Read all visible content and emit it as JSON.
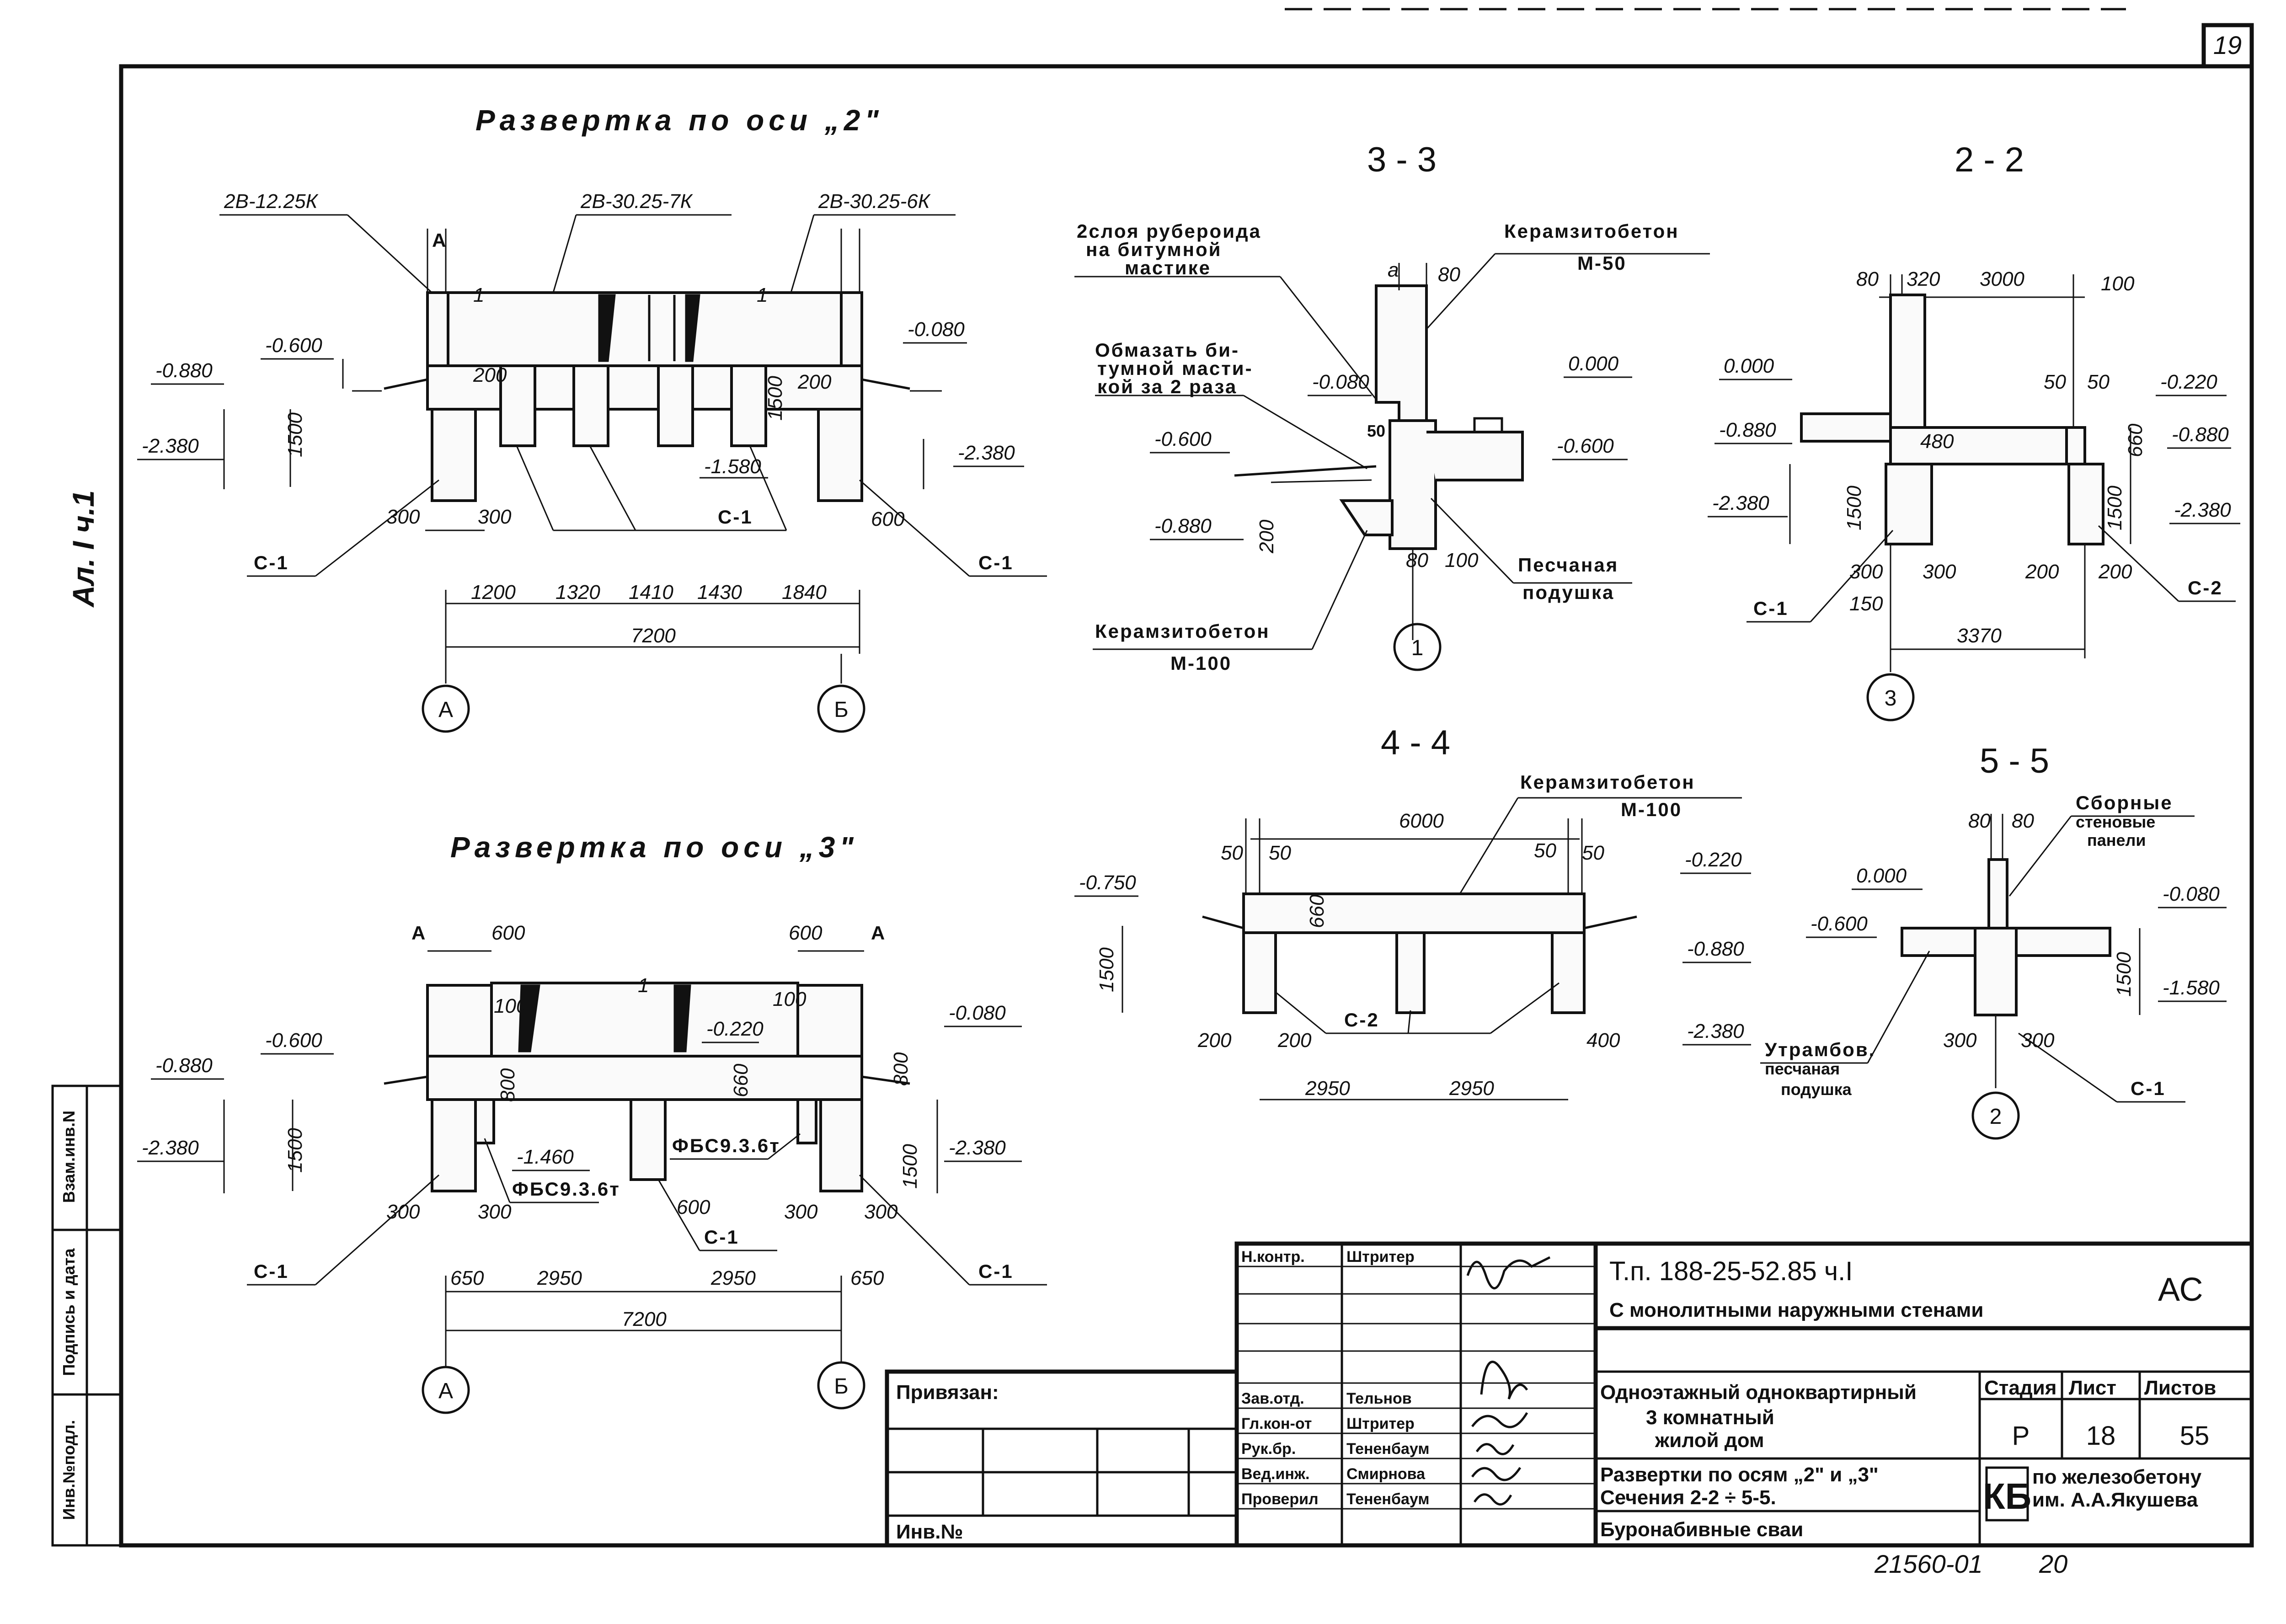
{
  "sheet": {
    "page_number": "19",
    "side_label": "Ал. I ч.1",
    "bottom_code": "21560-01",
    "bottom_number": "20"
  },
  "left_strip": [
    "Инв.№подл.",
    "Подпись и дата",
    "Взам.инв.N"
  ],
  "elev2": {
    "title": "Развертка по оси „2\"",
    "marks": [
      "2В-12.25К",
      "2В-30.25-7К",
      "2В-30.25-6К"
    ],
    "levels": [
      "-0.880",
      "-0.600",
      "-2.380",
      "-0.080",
      "-2.380",
      "-1.580"
    ],
    "dims_small": [
      "200",
      "200",
      "1500",
      "1500"
    ],
    "dims_piles": [
      "300",
      "300",
      "600"
    ],
    "dims_spans": [
      "1200",
      "1320",
      "1410",
      "1430",
      "1840"
    ],
    "dim_total": "7200",
    "pile_label": "С-1",
    "axes": [
      "А",
      "Б"
    ],
    "axis_mark": "А",
    "panel_num": "1"
  },
  "elev3": {
    "title": "Развертка по оси „3\"",
    "levels": [
      "-0.880",
      "-0.600",
      "-2.380",
      "-0.080",
      "-2.380",
      "-1.460",
      "-0.220"
    ],
    "dims_top": [
      "600",
      "600"
    ],
    "dims_small": [
      "100",
      "100",
      "800",
      "660",
      "800",
      "1500",
      "1500"
    ],
    "dims_piles": [
      "300",
      "300",
      "600",
      "300",
      "300"
    ],
    "dims_spans": [
      "650",
      "2950",
      "2950",
      "650"
    ],
    "dim_total": "7200",
    "blocks": [
      "ФБС9.3.6т",
      "ФБС9.3.6т"
    ],
    "pile_label": "С-1",
    "axes": [
      "А",
      "Б"
    ],
    "axis_mark": "А",
    "panel_num": "1"
  },
  "sec33": {
    "title": "3 - 3",
    "note_top": [
      "2слоя рубероида",
      "на битумной",
      "мастике"
    ],
    "note_mid": [
      "Обмазать би-",
      "тумной масти-",
      "кой за 2 раза"
    ],
    "keram_top": [
      "Керамзитобетон",
      "М-50"
    ],
    "keram_bot": [
      "Керамзитобетон",
      "М-100"
    ],
    "sand": [
      "Песчаная",
      "подушка"
    ],
    "levels": [
      "-0.080",
      "0.000",
      "-0.600",
      "-0.600",
      "-0.880"
    ],
    "dims": [
      "а",
      "80",
      "50",
      "200",
      "80",
      "100"
    ],
    "marker": "1"
  },
  "sec22": {
    "title": "2 - 2",
    "dims_top": [
      "80",
      "320",
      "3000",
      "100"
    ],
    "levels": [
      "0.000",
      "-0.880",
      "-2.380",
      "-0.220",
      "-0.880",
      "-2.380"
    ],
    "dims": [
      "50",
      "50",
      "480",
      "1500",
      "660",
      "1500"
    ],
    "dims_bot": [
      "300",
      "300",
      "150",
      "200",
      "200"
    ],
    "dim_total": "3370",
    "piles": [
      "С-1",
      "С-2"
    ],
    "marker": "3"
  },
  "sec44": {
    "title": "4 - 4",
    "keram": [
      "Керамзитобетон",
      "М-100"
    ],
    "dim_top": "6000",
    "dims_edge": [
      "50",
      "50",
      "50",
      "50"
    ],
    "levels": [
      "-0.750",
      "-0.220",
      "-0.880",
      "-2.380"
    ],
    "dims": [
      "660",
      "1500",
      "200",
      "200",
      "400"
    ],
    "spans": [
      "2950",
      "2950"
    ],
    "pile": "С-2"
  },
  "sec55": {
    "title": "5 - 5",
    "panels": [
      "Сборные",
      "стеновые",
      "панели"
    ],
    "levels": [
      "0.000",
      "-0.600",
      "-0.080",
      "-1.580"
    ],
    "dims": [
      "80",
      "80",
      "1500",
      "300",
      "300"
    ],
    "sand": [
      "Утрамбов.",
      "песчаная",
      "подушка"
    ],
    "pile": "С-1",
    "marker": "2"
  },
  "title_block": {
    "roles": [
      "Н.контр.",
      "Зав.отд.",
      "Гл.кон-от",
      "Рук.бр.",
      "Вед.инж.",
      "Проверил"
    ],
    "names": [
      "Штритер",
      "Тельнов",
      "Штритер",
      "Тененбаум",
      "Смирнова",
      "Тененбаум"
    ],
    "project": "Т.п. 188-25-52.85  ч.I",
    "subtitle": "С монолитными наружными стенами",
    "code": "АС",
    "building": [
      "Одноэтажный одноквартирный",
      "3 комнатный",
      "жилой дом"
    ],
    "stage_header": "Стадия",
    "sheet_header": "Лист",
    "sheets_header": "Листов",
    "stage": "Р",
    "sheet": "18",
    "sheets": "55",
    "drawing": [
      "Развертки по осям „2\" и „3\"",
      "Сечения 2-2 ÷ 5-5.",
      "Буронабивные сваи"
    ],
    "org_logo": "КБ",
    "org": [
      "по железобетону",
      "им. А.А.Якушева"
    ],
    "bound_label": "Привязан:",
    "inv_label": "Инв.№"
  }
}
